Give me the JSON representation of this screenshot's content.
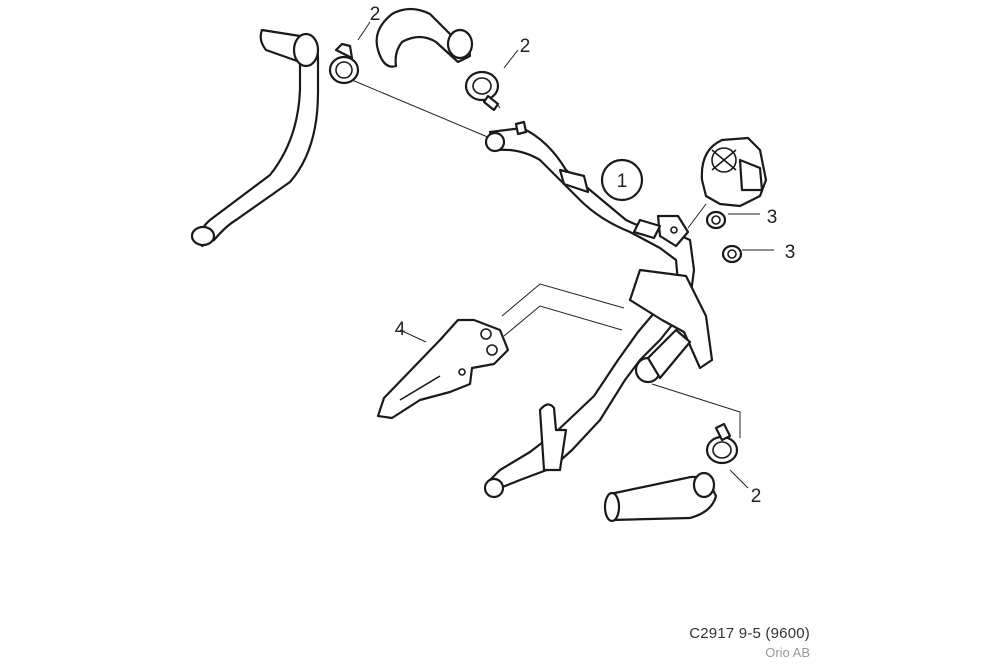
{
  "callouts": {
    "c1": "1",
    "c2a": "2",
    "c2b": "2",
    "c2c": "2",
    "c3a": "3",
    "c3b": "3",
    "c4": "4"
  },
  "caption": {
    "code": "C2917 9-5  (9600)",
    "publisher": "Orio AB"
  }
}
